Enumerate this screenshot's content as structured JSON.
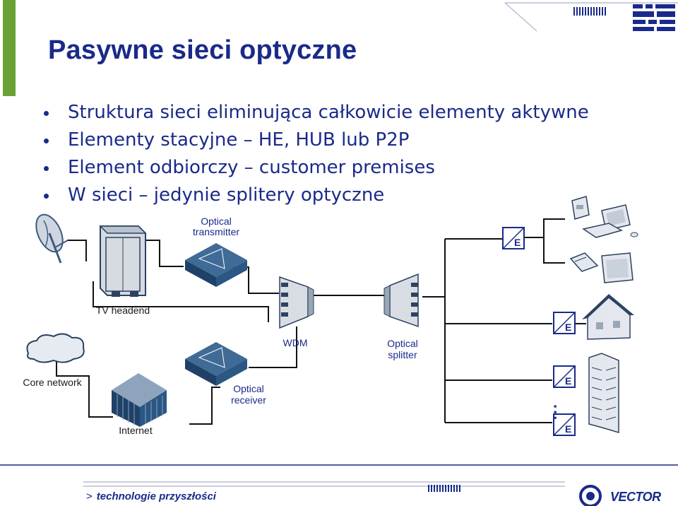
{
  "title": "Pasywne sieci optyczne",
  "bullets": [
    "Struktura sieci eliminująca całkowicie elementy aktywne",
    "Elementy stacyjne – HE, HUB lub P2P",
    "Element odbiorczy – customer premises",
    "W sieci – jedynie splitery optyczne"
  ],
  "diagram": {
    "optical_transmitter": [
      "Optical",
      "transmitter"
    ],
    "tv_headend": "TV headend",
    "wdm": "WDM",
    "optical_splitter": [
      "Optical",
      "splitter"
    ],
    "core_network": "Core network",
    "optical_receiver": [
      "Optical",
      "receiver"
    ],
    "internet": "Internet",
    "ont_mark": "E",
    "ellipsis": "..."
  },
  "footer": {
    "caret": ">",
    "text": "technologie przyszłości",
    "brand": "VECTOR"
  },
  "colors": {
    "accent_green": "#6aa136",
    "title_blue": "#1a2a8a",
    "device_dark": "#244a74",
    "line": "#111111"
  }
}
